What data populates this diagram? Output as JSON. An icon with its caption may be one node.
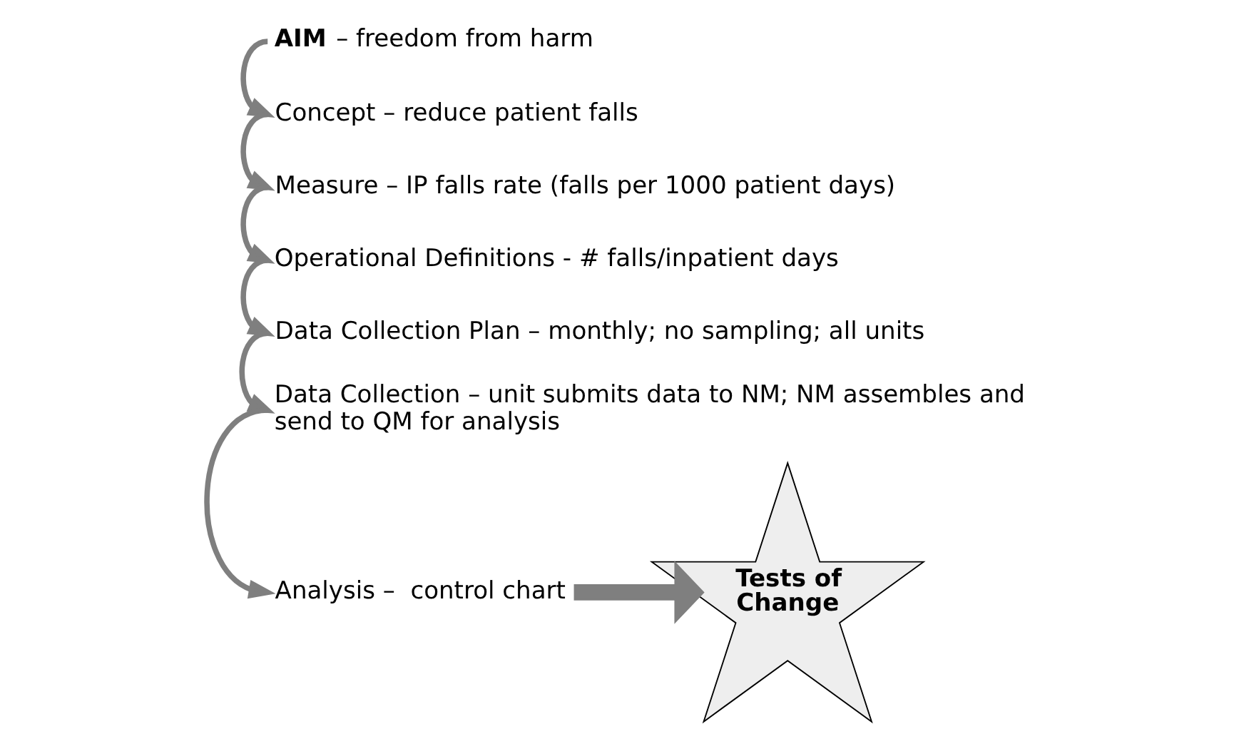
{
  "diagram": {
    "nodes": [
      {
        "text": [
          "**AIM** – freedom from harm"
        ]
      },
      {
        "text": [
          "Concept – reduce patient falls"
        ]
      },
      {
        "text": [
          "Measure – IP falls rate (falls per 1000 patient days)"
        ]
      },
      {
        "text": [
          "Operational Definitions - # falls/inpatient days"
        ]
      },
      {
        "text": [
          "Data Collection Plan – monthly; no sampling; all units"
        ]
      },
      {
        "text": [
          "Data Collection – unit submits data to NM; NM assembles and send to QM for analysis"
        ]
      },
      {
        "text": [
          "Analysis –  control chart"
        ]
      },
      {
        "text": [
          "Tests of Change"
        ]
      }
    ],
    "edges": [
      {
        "from": 0,
        "to": 1,
        "arrow": "to"
      },
      {
        "from": 1,
        "to": 2,
        "arrow": "to"
      },
      {
        "from": 2,
        "to": 3,
        "arrow": "to"
      },
      {
        "from": 3,
        "to": 4,
        "arrow": "to"
      },
      {
        "from": 4,
        "to": 5,
        "arrow": "to"
      },
      {
        "from": 5,
        "to": 6,
        "arrow": "to"
      },
      {
        "from": 6,
        "to": 7,
        "arrow": "to",
        "style": "thick"
      }
    ]
  }
}
